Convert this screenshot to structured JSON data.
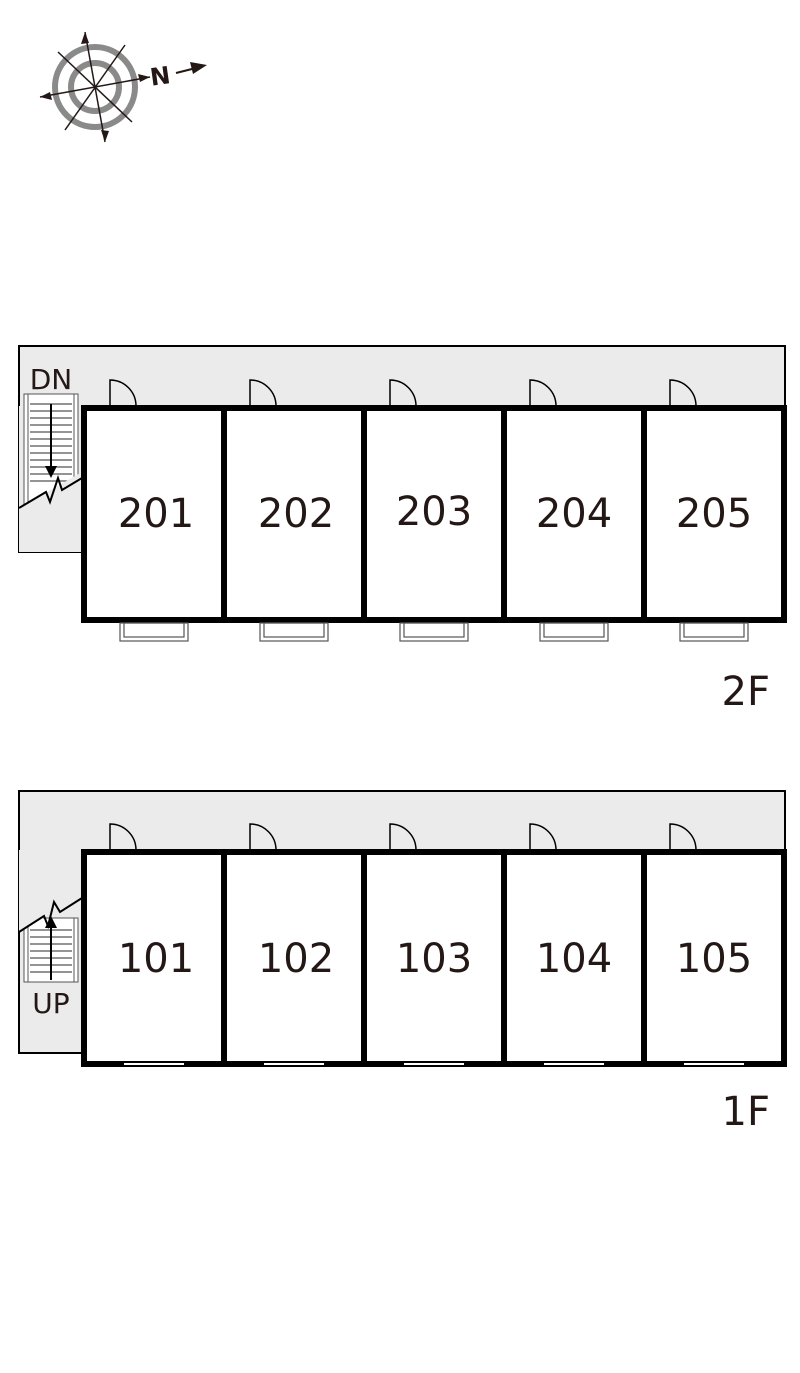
{
  "compass": {
    "north_letter": "N"
  },
  "floors": [
    {
      "label": "2F",
      "stair_label": "DN",
      "units": [
        "201",
        "202",
        "203",
        "204",
        "205"
      ]
    },
    {
      "label": "1F",
      "stair_label": "UP",
      "units": [
        "101",
        "102",
        "103",
        "104",
        "105"
      ]
    }
  ],
  "colors": {
    "corridor": "#ebebeb",
    "wall": "#000000",
    "text": "#231815",
    "compass_gray": "#8a8a8a"
  }
}
